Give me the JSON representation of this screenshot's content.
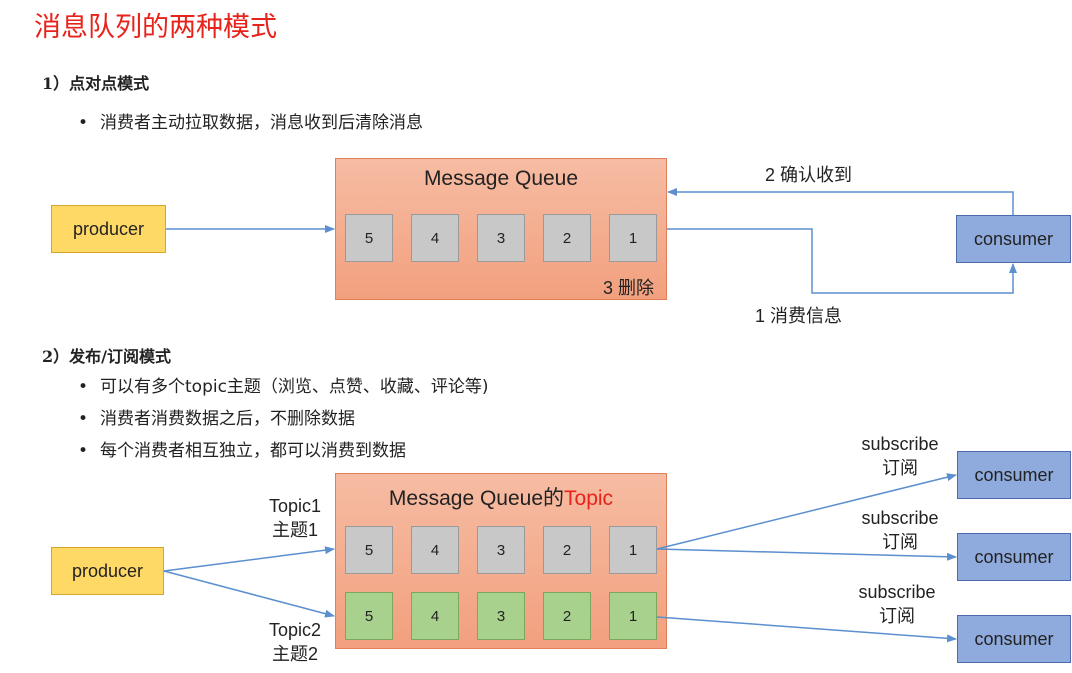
{
  "title": "消息队列的两种模式",
  "p2p": {
    "heading": "1）点对点模式",
    "bullets": [
      "消费者主动拉取数据，消息收到后清除消息"
    ],
    "queue_title": "Message Queue",
    "messages": [
      "5",
      "4",
      "3",
      "2",
      "1"
    ],
    "delete_label": "3 删除",
    "producer": "producer",
    "consumer": "consumer",
    "ack_label": "2 确认收到",
    "consume_label": "1 消费信息"
  },
  "pubsub": {
    "heading": "2）发布/订阅模式",
    "bullets": [
      "可以有多个topic主题（浏览、点赞、收藏、评论等)",
      "消费者消费数据之后，不删除数据",
      "每个消费者相互独立，都可以消费到数据"
    ],
    "queue_title_main": "Message Queue的",
    "queue_title_accent": "Topic",
    "accent_color": "#e8231c",
    "topic1_messages": [
      "5",
      "4",
      "3",
      "2",
      "1"
    ],
    "topic2_messages": [
      "5",
      "4",
      "3",
      "2",
      "1"
    ],
    "topic1_label_en": "Topic1",
    "topic1_label_zh": "主题1",
    "topic2_label_en": "Topic2",
    "topic2_label_zh": "主题2",
    "producer": "producer",
    "consumers": [
      "consumer",
      "consumer",
      "consumer"
    ],
    "subscribe_en": "subscribe",
    "subscribe_zh": "订阅"
  },
  "bullet_char": "•"
}
